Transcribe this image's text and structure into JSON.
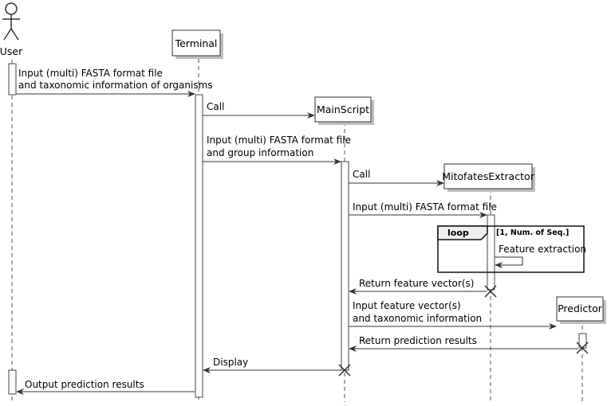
{
  "participants": {
    "user": "User",
    "terminal": "Terminal",
    "mainscript": "MainScript",
    "extractor": "MitofatesExtractor",
    "predictor": "Predictor"
  },
  "messages": {
    "m1_line1": "Input (multi) FASTA format file",
    "m1_line2": "and taxonomic information of organisms",
    "m2": "Call",
    "m3_line1": "Input (multi) FASTA format file",
    "m3_line2": "and group information",
    "m4": "Call",
    "m5": "Input (multi) FASTA format file",
    "m6": "Feature extraction",
    "m7": "Return feature vector(s)",
    "m8_line1": "Input feature vector(s)",
    "m8_line2": "and taxonomic information",
    "m9": "Return prediction results",
    "m10": "Display",
    "m11": "Output prediction results"
  },
  "loop": {
    "tag": "loop",
    "guard": "[1, Num. of Seq.]"
  }
}
